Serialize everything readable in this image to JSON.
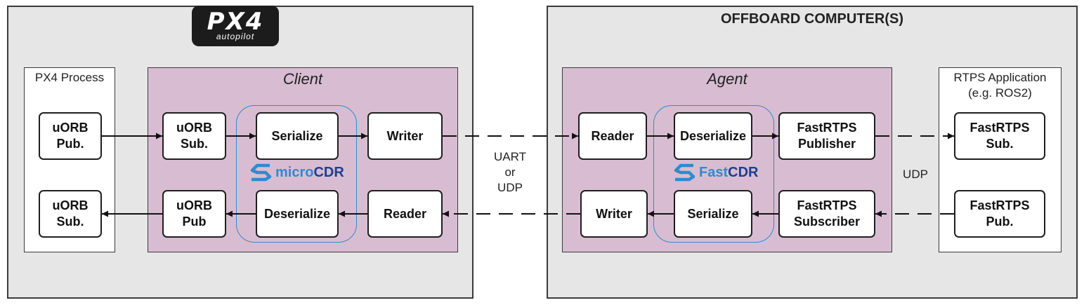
{
  "logo": {
    "main": "PX4",
    "sub": "autopilot"
  },
  "left_section": {
    "px4_process": {
      "label": "PX4 Process",
      "pub": "uORB\nPub.",
      "sub": "uORB\nSub."
    },
    "client": {
      "title": "Client",
      "uorb_sub": "uORB\nSub.",
      "uorb_pub": "uORB\nPub",
      "serialize": "Serialize",
      "deserialize": "Deserialize",
      "writer": "Writer",
      "reader": "Reader",
      "cdr_logo": {
        "prefix": "micro",
        "suffix": "CDR"
      }
    }
  },
  "link_label": "UART\nor\nUDP",
  "right_section": {
    "title": "OFFBOARD COMPUTER(S)",
    "agent": {
      "title": "Agent",
      "reader": "Reader",
      "writer": "Writer",
      "deserialize": "Deserialize",
      "serialize": "Serialize",
      "publisher": "FastRTPS\nPublisher",
      "subscriber": "FastRTPS\nSubscriber",
      "cdr_logo": {
        "prefix": "Fast",
        "suffix": "CDR"
      }
    },
    "udp_label": "UDP",
    "rtps_app": {
      "label": "RTPS Application\n(e.g. ROS2)",
      "sub": "FastRTPS\nSub.",
      "pub": "FastRTPS\nPub."
    }
  },
  "colors": {
    "outer_bg": "#e6e6e6",
    "group_bg": "#d8bdd2",
    "cdr_blue": "#2f8ad0",
    "cdr_navy": "#1d3f8f"
  }
}
